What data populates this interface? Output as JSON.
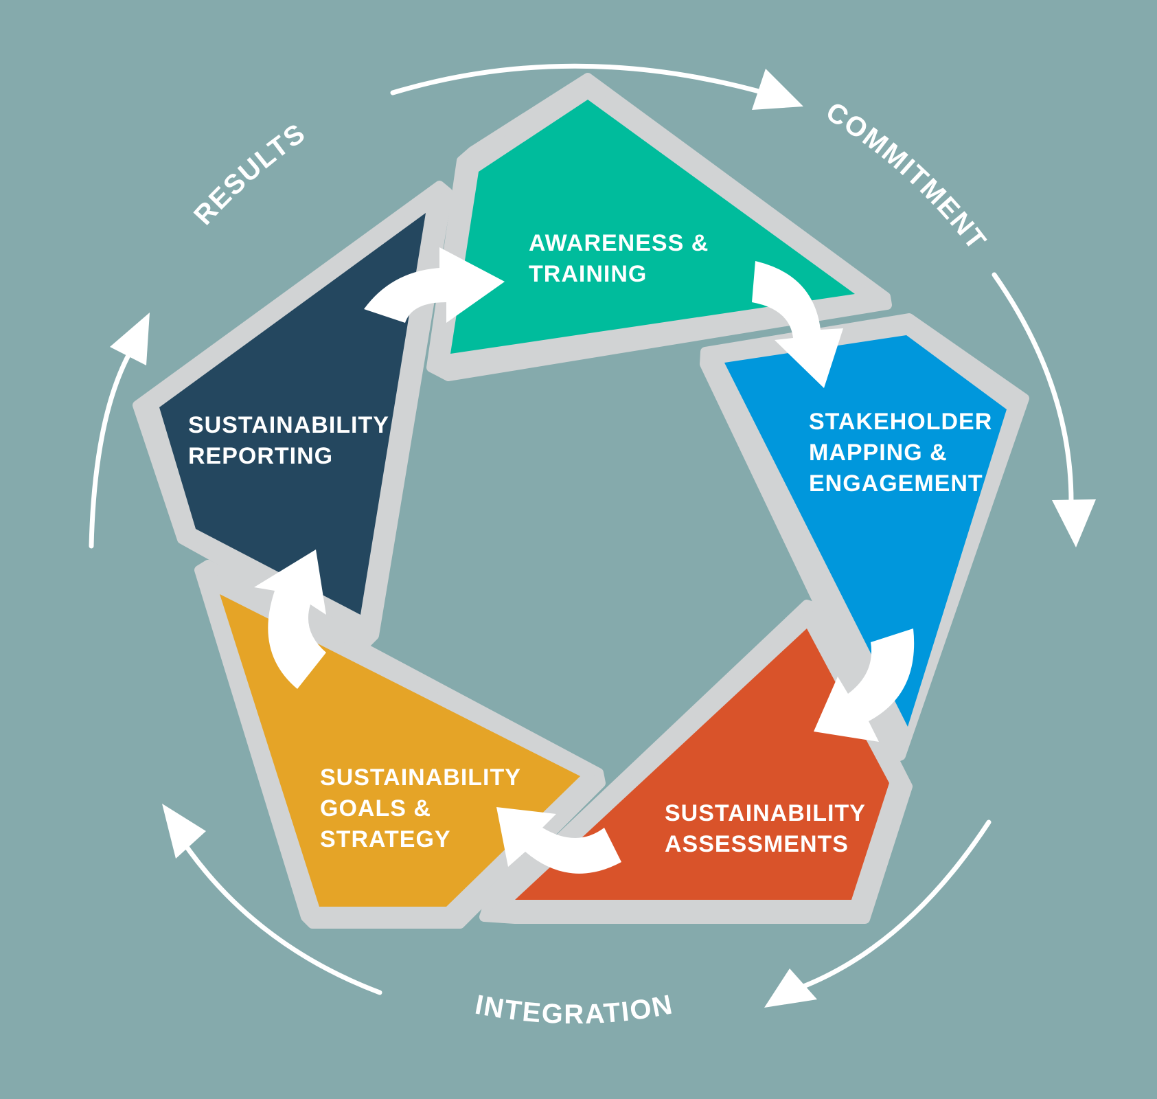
{
  "colors": {
    "background": "#85AAAC",
    "border": "#D1D3D4",
    "arrow": "#FFFFFF",
    "awareness": "#00BC9C",
    "stakeholder": "#0097DC",
    "assessments": "#D9532A",
    "goals": "#E5A427",
    "reporting": "#24475F"
  },
  "segments": {
    "awareness": {
      "line1": "AWARENESS &",
      "line2": "TRAINING"
    },
    "stakeholder": {
      "line1": "STAKEHOLDER",
      "line2": "MAPPING &",
      "line3": "ENGAGEMENT"
    },
    "assessments": {
      "line1": "SUSTAINABILITY",
      "line2": "ASSESSMENTS"
    },
    "goals": {
      "line1": "SUSTAINABILITY",
      "line2": "GOALS &",
      "line3": "STRATEGY"
    },
    "reporting": {
      "line1": "SUSTAINABILITY",
      "line2": "REPORTING"
    }
  },
  "phases": {
    "commitment": "COMMITMENT",
    "integration": "INTEGRATION",
    "results": "RESULTS"
  },
  "icons": {
    "outer_arrow": "arrow-clockwise-icon",
    "connector_arrow": "curved-arrow-icon"
  }
}
